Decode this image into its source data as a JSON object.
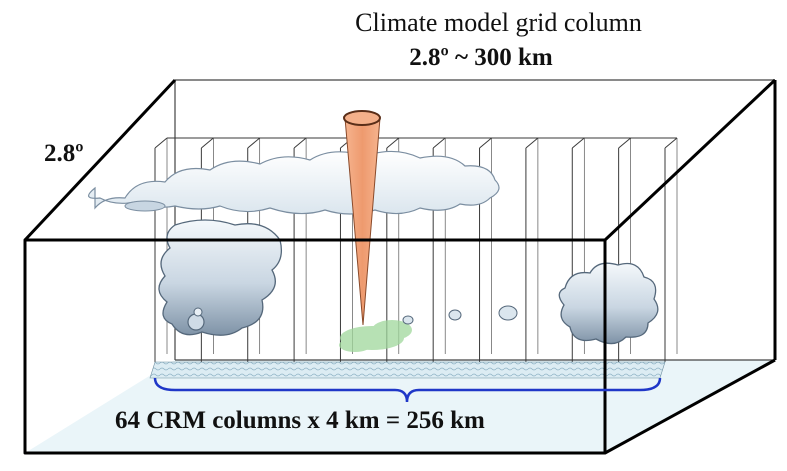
{
  "title": "Climate model grid column",
  "subtitle": "2.8º ~ 300 km",
  "side_label": "2.8º",
  "bottom_label": "64 CRM columns  x  4 km  =  256 km",
  "colors": {
    "box_edge": "#000000",
    "floor": "#e6f3f7",
    "crm_line": "#3a3a3a",
    "cloud_light": "#f2f7fb",
    "cloud_dark": "#8fa1b4",
    "cone": "#f2a27a",
    "brace": "#1f37c8",
    "rain": "#7ec77e"
  }
}
